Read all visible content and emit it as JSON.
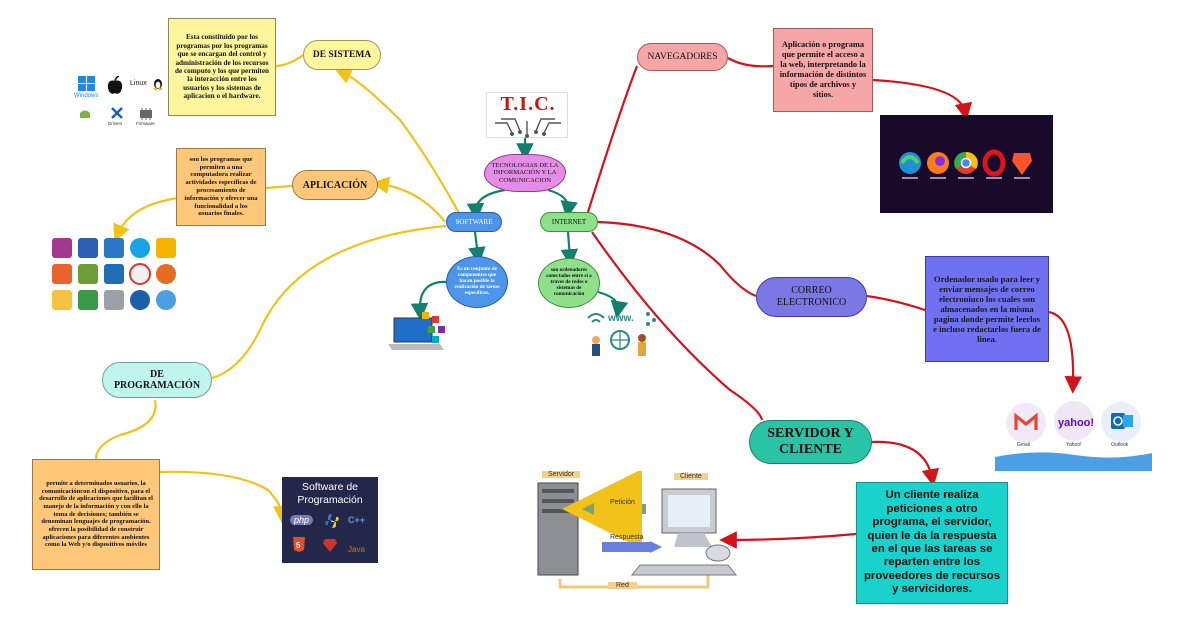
{
  "logo": {
    "text": "T.I.C."
  },
  "center": {
    "label": "TECNOLOGIAS DE LA INFORMACIÓN Y LA COMUNICACION"
  },
  "software": {
    "label": "SOFTWARE",
    "desc": "Es un conjunto de componentes que hacen posible la realización de tareas específicas."
  },
  "internet": {
    "label": "INTERNET",
    "desc": "son ordenadores conectados entre si a traves de redes o sistemas de comunicación"
  },
  "sistema": {
    "label": "DE SISTEMA",
    "desc": "Esta constituido por los programas por los programas que se encargan del control y administración de los recursos de computo y los que permiten la interacción entre los usuarios y los sistemas de aplicacion o el hardware.",
    "os_labels": [
      "Windows",
      "Linux",
      "Drivers",
      "Firmware"
    ]
  },
  "aplicacion": {
    "label": "APLICACIÓN",
    "desc": "son los programas que permiten a una computadora realizar actividades específicas de procesamiento de información y ofrecer una funcionalidad a los usuarios finales."
  },
  "programacion": {
    "label": "DE PROGRAMACIÓN",
    "desc": "permite a determinados usuarios, la comunicacióncon el dispositivo, para el desarrollo de aplicaciones que facilitan el manejo de la información y con ello la toma de decisiones; también se denominan lenguajes de programación. ofrecen la posibilidad de construir aplicaciones para diferentes ambientes como la Web y/o dispositivos móviles",
    "card_title": "Software de Programación",
    "langs": [
      "php",
      "C++",
      "Java"
    ]
  },
  "navegadores": {
    "label": "NAVEGADORES",
    "desc": "Aplicación o programa que permite el acceso a la web, interpretando la información de distintos tipos de archivos y sitios."
  },
  "correo": {
    "label": "CORREO ELECTRONICO",
    "desc": "Ordenador usado para leer y enviar mensajes de correo electroniuco los cuales son almacenados en la misma pagina donde permite leerlos e incluso redactarlos fuera de linea.",
    "providers": [
      "Gmail",
      "yahoo!",
      "Yahoo!",
      "Outlook"
    ]
  },
  "servidor": {
    "label": "SERVIDOR Y CLIENTE",
    "desc": "Un cliente realiza peticiones a otro programa, el servidor, quien le da la respuesta en el que las tareas se reparten entre los proveedores de recursos y servicidores.",
    "diagram": {
      "server": "Servidor",
      "client": "Cliente",
      "request": "Petición",
      "response": "Respuesta",
      "network": "Red"
    }
  },
  "colors": {
    "yellow_line": "#f2c21b",
    "teal_line": "#12806e",
    "red_line": "#d4121a",
    "sistema": "#fff59d",
    "aplicacion": "#ffc77a",
    "programacion": "#bff5ea",
    "navegadores": "#f7a6a8",
    "correo": "#7b78e6",
    "servidor": "#29c4a6",
    "software": "#4d95e8",
    "internet": "#8ee08a",
    "center": "#e58ce6"
  }
}
